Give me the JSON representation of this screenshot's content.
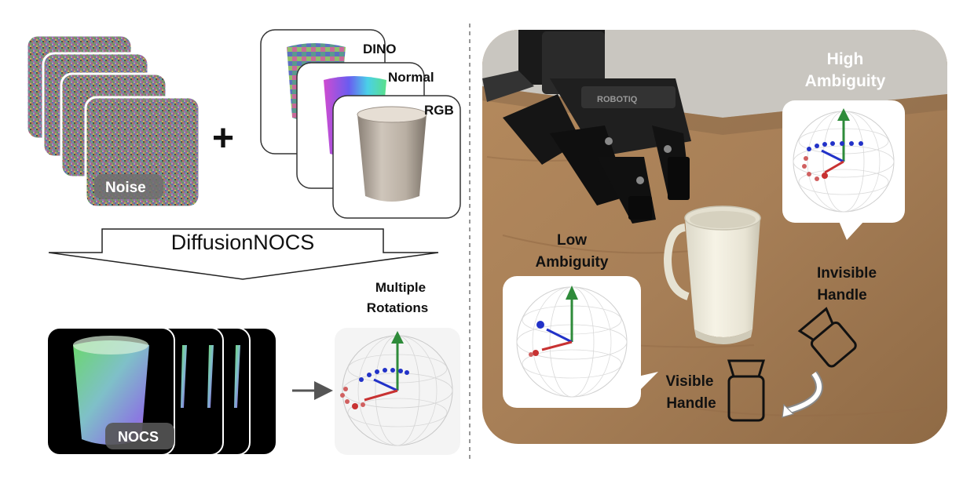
{
  "left": {
    "inputs": {
      "noise_label": "Noise",
      "plus_symbol": "+",
      "dino_label": "DINO",
      "normal_label": "Normal",
      "rgb_label": "RGB"
    },
    "model_label": "DiffusionNOCS",
    "output": {
      "nocs_label": "NOCS",
      "rotations_line1": "Multiple",
      "rotations_line2": "Rotations"
    }
  },
  "right": {
    "high_ambiguity_line1": "High",
    "high_ambiguity_line2": "Ambiguity",
    "low_ambiguity_line1": "Low",
    "low_ambiguity_line2": "Ambiguity",
    "invisible_handle_line1": "Invisible",
    "invisible_handle_line2": "Handle",
    "visible_handle_line1": "Visible",
    "visible_handle_line2": "Handle",
    "gripper_brand": "ROBOTIQ"
  },
  "colors": {
    "axis_green": "#2e8b3a",
    "axis_blue": "#2232c8",
    "axis_red": "#c83232",
    "table_wood": "#a77f57",
    "mug_white": "#f2efe2"
  }
}
